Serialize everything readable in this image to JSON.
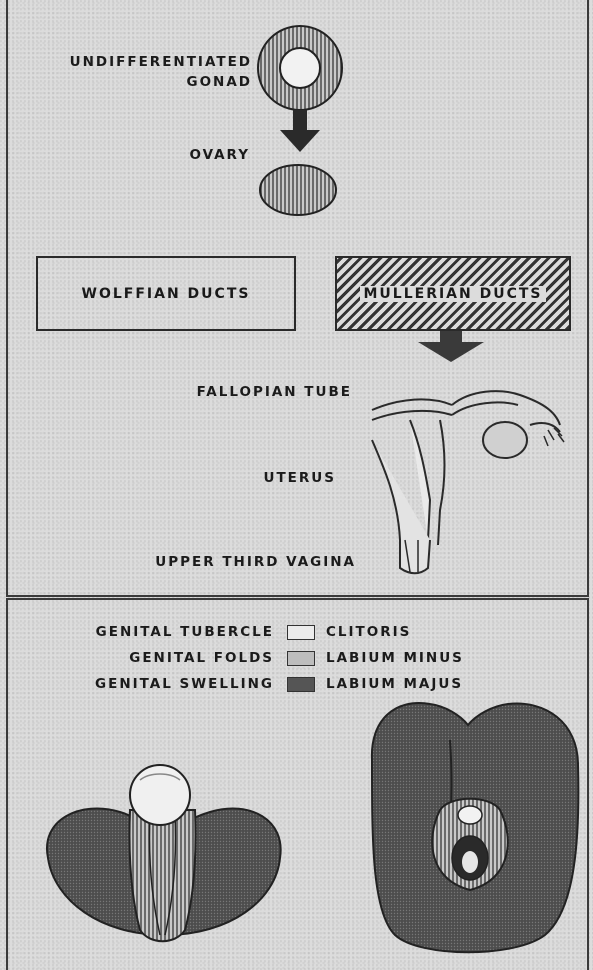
{
  "gonad_section": {
    "undifferentiated_line1": "UNDIFFERENTIATED",
    "undifferentiated_line2": "GONAD",
    "ovary": "OVARY"
  },
  "duct_section": {
    "wolffian": "WOLFFIAN DUCTS",
    "mullerian": "MULLERIAN DUCTS",
    "fallopian_tube": "FALLOPIAN TUBE",
    "uterus": "UTERUS",
    "upper_vagina": "UPPER THIRD VAGINA"
  },
  "external_legend": [
    {
      "source": "GENITAL TUBERCLE",
      "target": "CLITORIS",
      "fill": "#ececec"
    },
    {
      "source": "GENITAL FOLDS",
      "target": "LABIUM MINUS",
      "fill": "#bdbdbd"
    },
    {
      "source": "GENITAL SWELLING",
      "target": "LABIUM MAJUS",
      "fill": "#555555"
    }
  ],
  "colors": {
    "ink": "#1b1b1b",
    "dark_tissue": "#4a4a4a",
    "mid_tissue": "#b0b0b0",
    "light_tissue": "#ececec"
  }
}
